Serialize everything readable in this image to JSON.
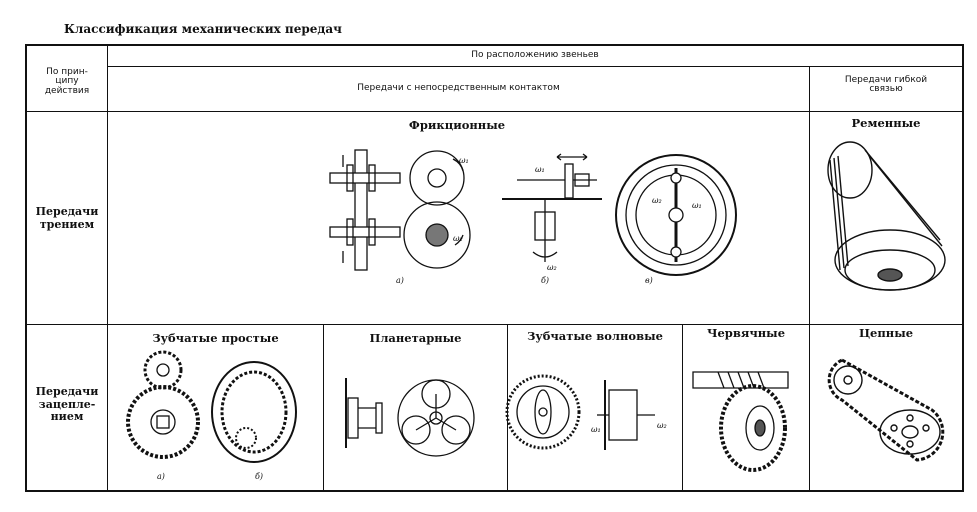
{
  "title": "Классификация механических передач",
  "header": {
    "principle": "По прин-\nципу\nдействия",
    "arrangement": "По расположению звеньев",
    "direct_contact": "Передачи с непосредственным контактом",
    "flexible": "Передачи гибкой\nсвязью"
  },
  "rows": {
    "friction": "Передачи\nтрением",
    "mesh": "Передачи\nзацепле-\nнием"
  },
  "categories": {
    "friction_gears": "Фрикционные",
    "belt": "Ременные",
    "spur_simple": "Зубчатые простые",
    "planetary": "Планетарные",
    "wave": "Зубчатые волновые",
    "worm": "Червячные",
    "chain": "Цепные"
  },
  "sublabels": {
    "a": "а)",
    "b": "б)",
    "v": "в)",
    "a2": "а)",
    "b2": "б)"
  },
  "symbols": {
    "w1": "ω₁",
    "w2": "ω₂",
    "w1b": "ω₁",
    "w2b": "ω₂",
    "w1c": "ω₁",
    "w2c": "ω₂",
    "w1d": "ω₁",
    "w2d": "ω₂"
  }
}
